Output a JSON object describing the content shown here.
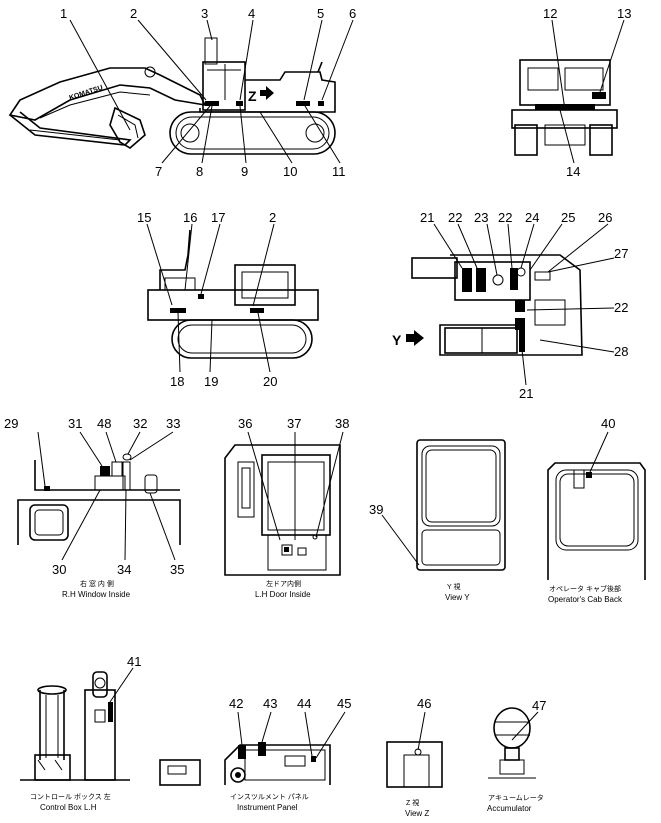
{
  "callouts": [
    "1",
    "2",
    "3",
    "4",
    "5",
    "6",
    "7",
    "8",
    "9",
    "10",
    "11",
    "12",
    "13",
    "14",
    "15",
    "16",
    "17",
    "2",
    "21",
    "22",
    "23",
    "22",
    "24",
    "25",
    "26",
    "27",
    "22",
    "28",
    "21",
    "18",
    "19",
    "20",
    "29",
    "31",
    "48",
    "32",
    "33",
    "30",
    "34",
    "35",
    "36",
    "37",
    "38",
    "39",
    "40",
    "41",
    "42",
    "43",
    "44",
    "45",
    "46",
    "47"
  ],
  "marks": {
    "y_arrow": "Y",
    "z_arrow": "Z"
  },
  "captions": {
    "rh_window_jp": "右 窓 内 側",
    "rh_window_en": "R.H Window Inside",
    "lh_door_jp": "左ドア内側",
    "lh_door_en": "L.H Door Inside",
    "view_y_jp": "Y   視",
    "view_y_en": "View Y",
    "cab_back_jp": "オペレータ キャブ後部",
    "cab_back_en": "Operator's Cab Back",
    "control_box_jp": "コントロール ボックス 左",
    "control_box_en": "Control Box L.H",
    "instrument_jp": "インスツルメント パネル",
    "instrument_en": "Instrument Panel",
    "view_z_jp": "Z   視",
    "view_z_en": "View Z",
    "accumulator_jp": "アキュームレータ",
    "accumulator_en": "Accumulator"
  }
}
